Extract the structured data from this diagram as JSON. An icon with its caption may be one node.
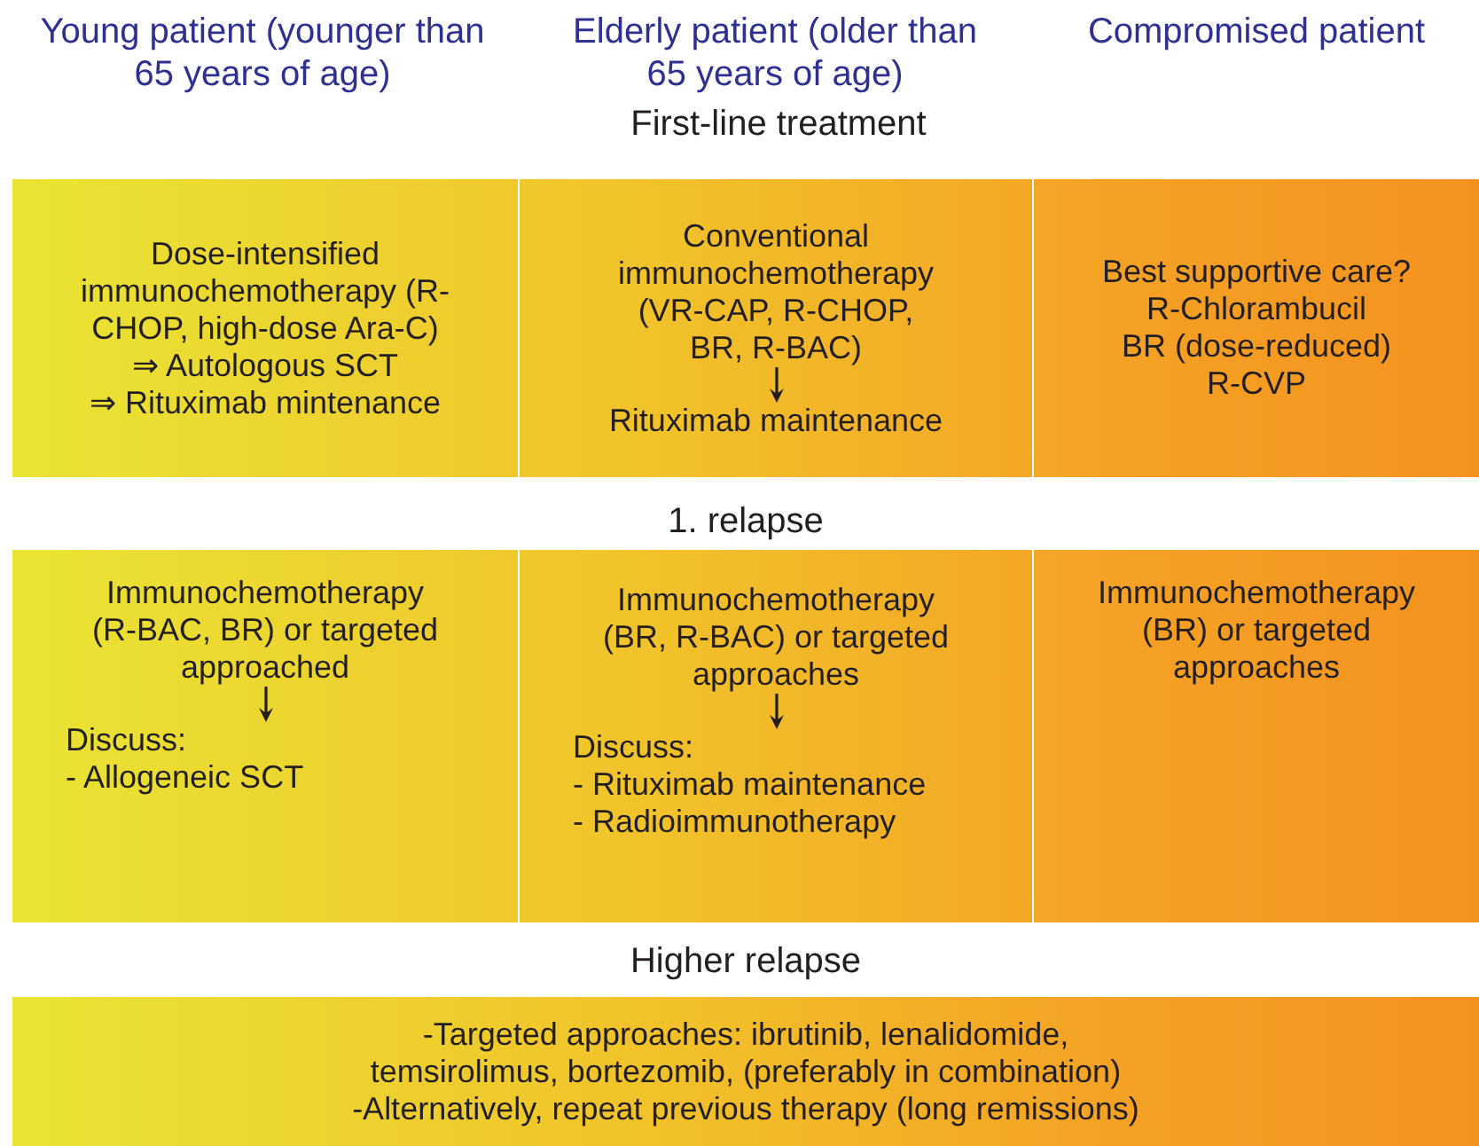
{
  "diagram": {
    "nodes": [
      {
        "text": [
          "Dose-intensified immunochemotherapy (R-CHOP, high-dose Ara-C)",
          "⇒ Autologous SCT",
          "⇒ Rituximab mintenance"
        ]
      },
      {
        "text": [],
        "shape": "box"
      },
      {
        "text": [
          "Conventional immunochemotherapy (VR-CAP, R-CHOP, BR, R-BAC)"
        ],
        "in": 1
      },
      {
        "text": [
          "Rituximab maintenance"
        ],
        "in": 1
      },
      {
        "text": [
          "Best supportive care?",
          "R-Chlorambucil",
          "BR (dose-reduced)",
          "R-CVP"
        ]
      },
      {
        "text": [],
        "shape": "box"
      },
      {
        "text": [
          "Immunochemotherapy (R-BAC, BR) or targeted approached"
        ],
        "in": 5
      },
      {
        "text": [
          "Discuss:",
          "- Allogeneic SCT"
        ],
        "in": 5
      },
      {
        "text": [],
        "shape": "box"
      },
      {
        "text": [
          "Immunochemotherapy (BR, R-BAC) or targeted approaches"
        ],
        "in": 8
      },
      {
        "text": [
          "Discuss:",
          "- Rituximab maintenance",
          "- Radioimmunotherapy"
        ],
        "in": 8
      },
      {
        "text": [
          "Immunochemotherapy (BR) or targeted approaches"
        ]
      },
      {
        "text": [
          "-Targeted approaches: ibrutinib, lenalidomide, temsirolimus, bortezomib, (preferably in combination)",
          "-Alternatively, repeat previous therapy (long remissions)"
        ]
      }
    ],
    "edges": [
      {
        "from": 2,
        "to": 3,
        "arrow": "to"
      },
      {
        "from": 6,
        "to": 7,
        "arrow": "to"
      },
      {
        "from": 9,
        "to": 10,
        "arrow": "to"
      }
    ],
    "labels": [
      "Young patient (younger than 65 years of age)",
      "Elderly patient (older than 65 years of age)",
      "Compromised patient",
      "First-line treatment",
      "1. relapse",
      "Higher relapse"
    ]
  }
}
